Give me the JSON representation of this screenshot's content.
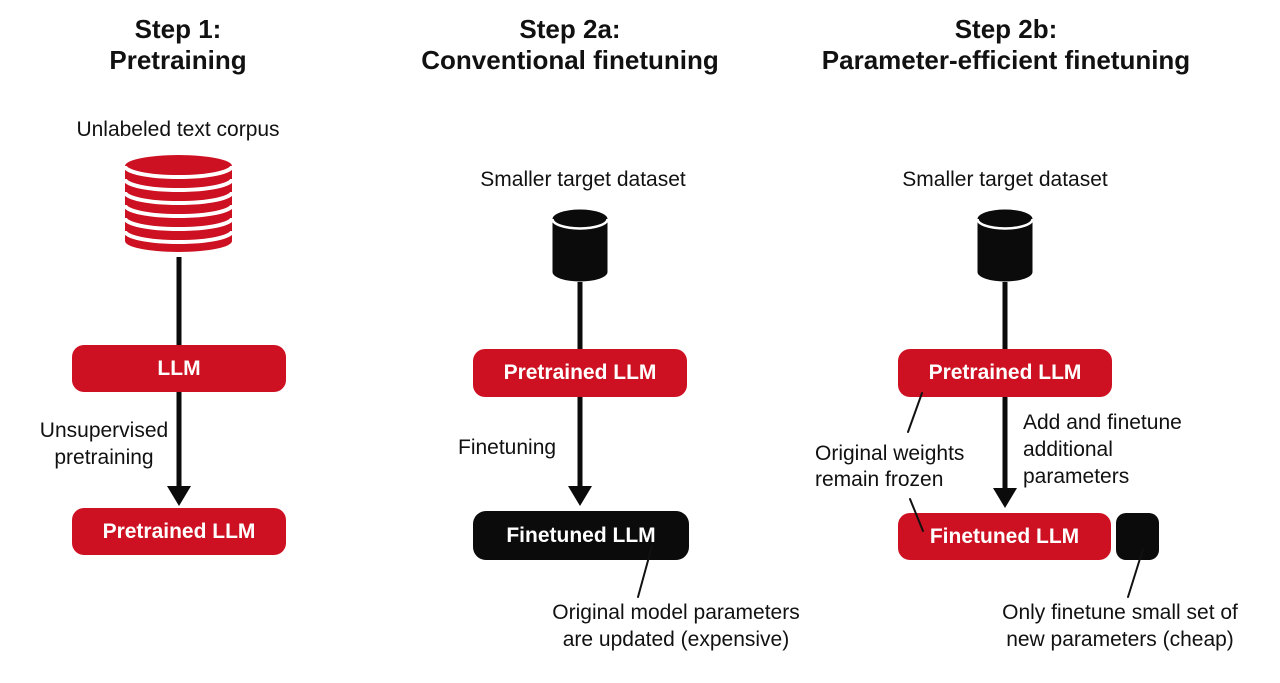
{
  "colors": {
    "accent_red": "#CE1122",
    "box_black": "#0B0B0B",
    "text_black": "#111111",
    "box_text_white": "#FFFFFF",
    "background": "#FFFFFF"
  },
  "icons": {
    "step1_dataset": "database-stack-icon",
    "step2a_dataset": "database-icon",
    "step2b_dataset": "database-icon",
    "flow": "arrow-down-icon"
  },
  "columns": [
    {
      "title": [
        "Step 1:",
        "Pretraining"
      ],
      "dataset_label": "Unlabeled text corpus",
      "top_box_label": "LLM",
      "arrow_label": [
        "Unsupervised",
        "pretraining"
      ],
      "bottom_box_label": "Pretrained LLM"
    },
    {
      "title": [
        "Step 2a:",
        "Conventional finetuning"
      ],
      "dataset_label": "Smaller target dataset",
      "top_box_label": "Pretrained LLM",
      "arrow_label": [
        "Finetuning"
      ],
      "bottom_box_label": "Finetuned LLM",
      "footnote": [
        "Original model parameters",
        "are updated (expensive)"
      ]
    },
    {
      "title": [
        "Step 2b:",
        "Parameter-efficient finetuning"
      ],
      "dataset_label": "Smaller target dataset",
      "top_box_label": "Pretrained LLM",
      "left_note": [
        "Original weights",
        "remain frozen"
      ],
      "right_note": [
        "Add and finetune",
        "additional",
        "parameters"
      ],
      "bottom_box_label": "Finetuned LLM",
      "footnote": [
        "Only finetune small set of",
        "new parameters (cheap)"
      ]
    }
  ]
}
